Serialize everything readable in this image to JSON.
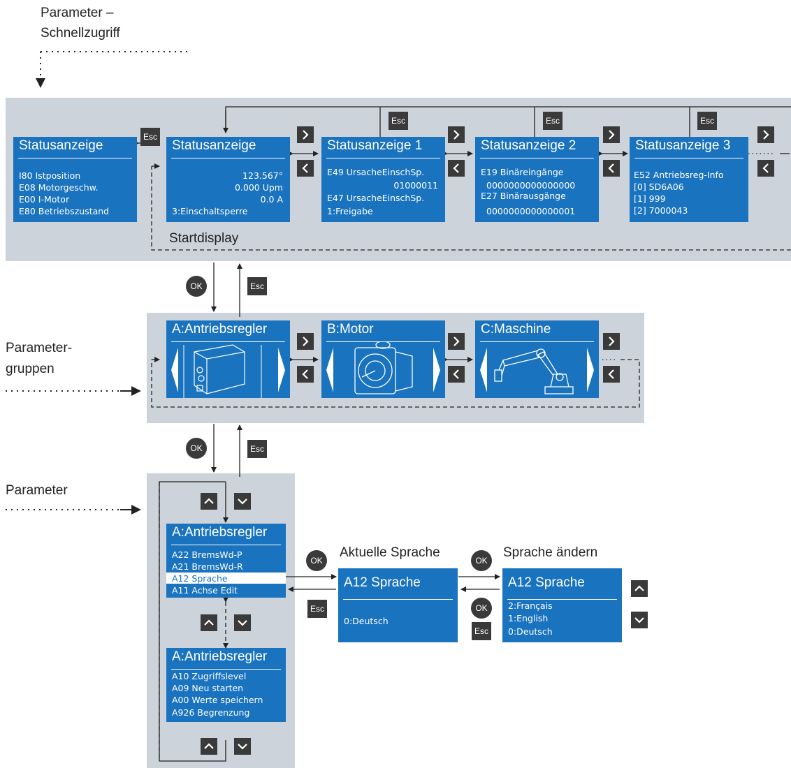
{
  "labels": {
    "schnellzugriff": [
      "Parameter –",
      "Schnellzugriff"
    ],
    "gruppen": [
      "Parameter-",
      "gruppen"
    ],
    "parameter": "Parameter",
    "startdisplay": "Startdisplay",
    "aktuelle_sprache": "Aktuelle Sprache",
    "sprache_aendern": "Sprache ändern"
  },
  "buttons": {
    "esc": "Esc",
    "ok": "OK"
  },
  "status_displays": [
    {
      "title": "Statusanzeige",
      "lines": [
        "I80 Istposition",
        "E08 Motorgeschw.",
        "E00 I-Motor",
        "E80 Betriebszustand"
      ]
    },
    {
      "title": "Statusanzeige",
      "lines": [
        "123.567°",
        "0.000 Upm",
        "0.0 A",
        "3:Einschaltsperre"
      ]
    },
    {
      "title": "Statusanzeige  1",
      "lines": [
        "E49 UrsacheEinschSp.",
        "01000011",
        "E47 UrsacheEinschSp.",
        "1:Freigabe"
      ]
    },
    {
      "title": "Statusanzeige 2",
      "lines": [
        "E19 Binäreingänge",
        "0000000000000000",
        "E27 Binärausgänge",
        "0000000000000001"
      ]
    },
    {
      "title": "Statusanzeige  3",
      "lines": [
        "E52 Antriebsreg-Info",
        "[0] SD6A06",
        "[1] 999",
        "[2] 7000043"
      ]
    }
  ],
  "groups": [
    {
      "title": "A:Antriebsregler",
      "icon": "drive-controller-icon"
    },
    {
      "title": "B:Motor",
      "icon": "motor-icon"
    },
    {
      "title": "C:Maschine",
      "icon": "robot-arm-icon"
    }
  ],
  "param_lists": [
    {
      "title": "A:Antriebsregler",
      "items": [
        "A22 BremsWd-P",
        "A21 BremsWd-R",
        "A12 Sprache",
        "A11 Achse Edit"
      ],
      "selected": 2
    },
    {
      "title": "A:Antriebsregler",
      "items": [
        "A10 Zugriffslevel",
        "A09 Neu starten",
        "A00 Werte speichern",
        "A926 Begrenzung"
      ]
    }
  ],
  "language_current": {
    "title": "A12 Sprache",
    "value": "0:Deutsch"
  },
  "language_edit": {
    "title": "A12 Sprache",
    "options": [
      "2:Français",
      "1:English",
      "0:Deutsch"
    ]
  },
  "colors": {
    "lcd": "#1a73bf",
    "panel": "#cdd3da",
    "button": "#3a3a3a"
  }
}
